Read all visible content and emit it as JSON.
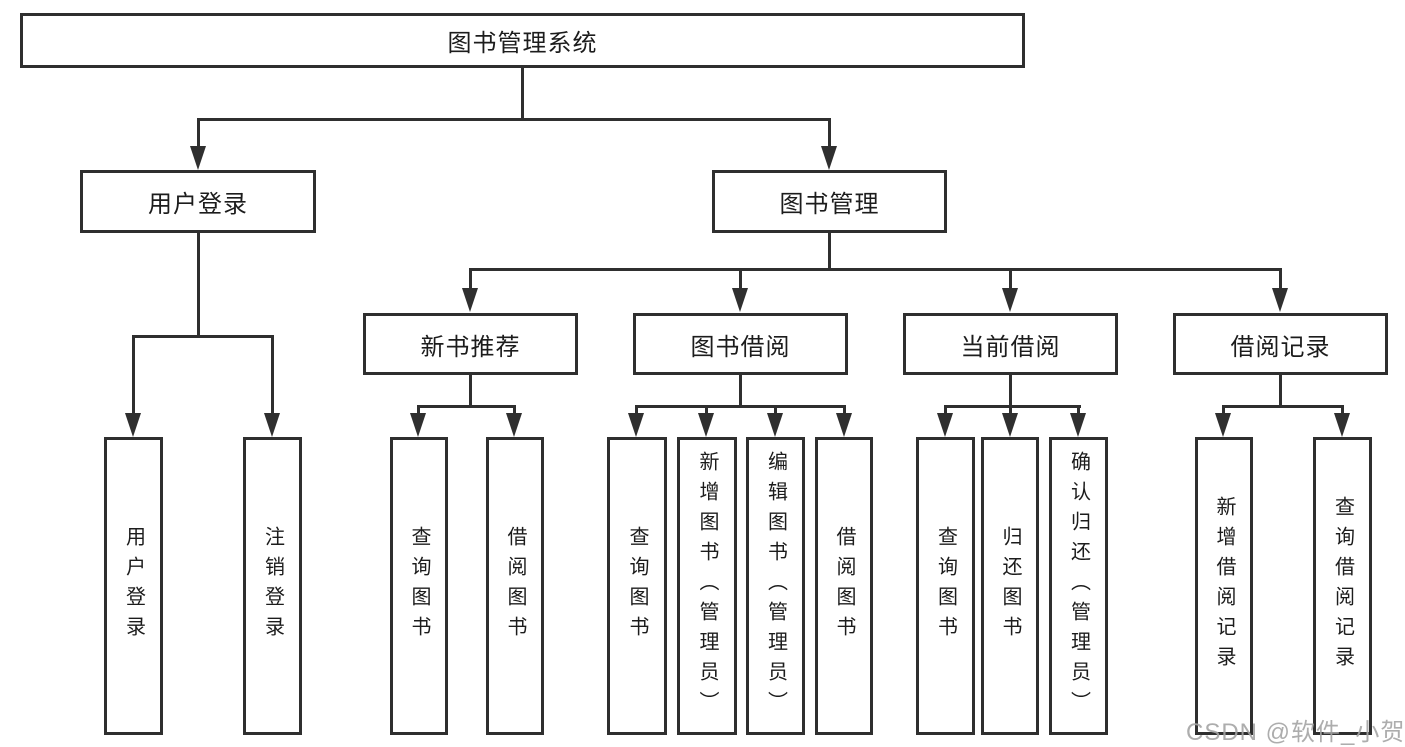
{
  "tree": {
    "root": {
      "label": "图书管理系统",
      "children": [
        {
          "label": "用户登录",
          "children": [
            {
              "label": "用户登录"
            },
            {
              "label": "注销登录"
            }
          ]
        },
        {
          "label": "图书管理",
          "children": [
            {
              "label": "新书推荐",
              "children": [
                {
                  "label": "查询图书"
                },
                {
                  "label": "借阅图书"
                }
              ]
            },
            {
              "label": "图书借阅",
              "children": [
                {
                  "label": "查询图书"
                },
                {
                  "label": "新增图书（管理员）"
                },
                {
                  "label": "编辑图书（管理员）"
                },
                {
                  "label": "借阅图书"
                }
              ]
            },
            {
              "label": "当前借阅",
              "children": [
                {
                  "label": "查询图书"
                },
                {
                  "label": "归还图书"
                },
                {
                  "label": "确认归还（管理员）"
                }
              ]
            },
            {
              "label": "借阅记录",
              "children": [
                {
                  "label": "新增借阅记录"
                },
                {
                  "label": "查询借阅记录"
                }
              ]
            }
          ]
        }
      ]
    }
  },
  "watermark": "CSDN @软件_小贺同学",
  "colors": {
    "line": "#2f2f2f",
    "text": "#1c1c1c",
    "watermark": "#a4a4a4",
    "background": "#ffffff"
  }
}
